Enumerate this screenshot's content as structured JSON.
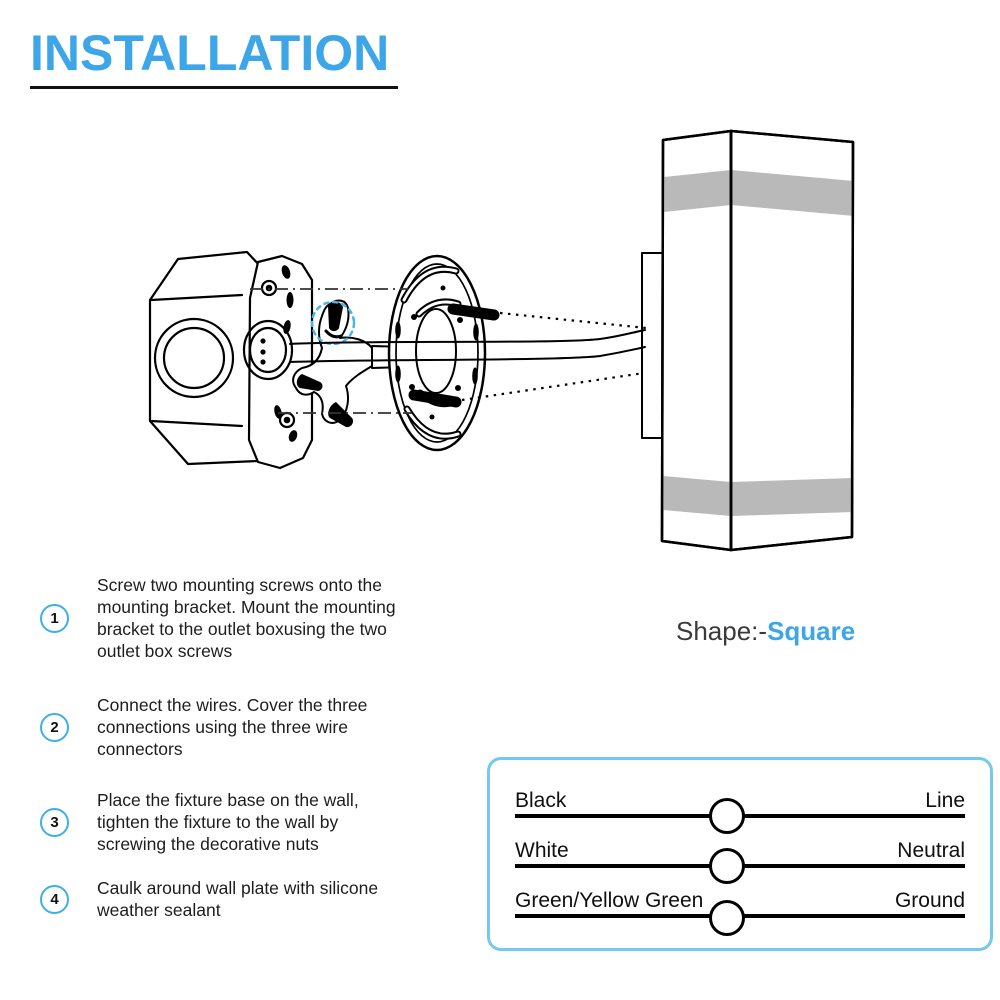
{
  "title": {
    "text": "INSTALLATION"
  },
  "shape": {
    "prefix": "Shape:-",
    "value": "Square"
  },
  "steps": [
    {
      "number": "1",
      "lines": [
        "Screw two mounting screws onto the",
        "mounting bracket. Mount the mounting",
        "bracket to the outlet boxusing the two",
        "outlet box screws"
      ]
    },
    {
      "number": "2",
      "lines": [
        "Connect the wires. Cover the three",
        "connections using the three wire",
        "connectors"
      ]
    },
    {
      "number": "3",
      "lines": [
        "Place the fixture base on the wall,",
        "tighten the fixture to the wall by",
        "screwing the decorative nuts"
      ]
    },
    {
      "number": "4",
      "lines": [
        "Caulk around wall plate with silicone",
        "weather sealant"
      ]
    }
  ],
  "wiring": {
    "rows": [
      {
        "left": "Black",
        "right": "Line"
      },
      {
        "left": "White",
        "right": "Neutral"
      },
      {
        "left": "Green/Yellow Green",
        "right": "Ground"
      }
    ]
  },
  "colors": {
    "accent_blue": "#3DA6E9",
    "step_circle_blue": "#3FB0E5",
    "wiring_border_blue": "#74C9EC",
    "fixture_band_gray": "#B9B9B9",
    "lineart": "#000000"
  }
}
